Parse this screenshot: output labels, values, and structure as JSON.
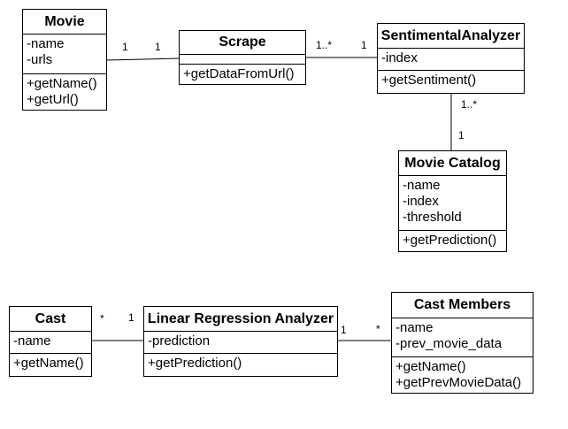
{
  "classes": {
    "movie": {
      "name": "Movie",
      "attributes": [
        "-name",
        "-urls"
      ],
      "operations": [
        "+getName()",
        "+getUrl()"
      ]
    },
    "scrape": {
      "name": "Scrape",
      "attributes": [],
      "operations": [
        "+getDataFromUrl()"
      ]
    },
    "sentimental_analyzer": {
      "name": "SentimentalAnalyzer",
      "attributes": [
        "-index"
      ],
      "operations": [
        "+getSentiment()"
      ]
    },
    "movie_catalog": {
      "name": "Movie Catalog",
      "attributes": [
        "-name",
        "-index",
        "-threshold"
      ],
      "operations": [
        "+getPrediction()"
      ]
    },
    "cast": {
      "name": "Cast",
      "attributes": [
        "-name"
      ],
      "operations": [
        "+getName()"
      ]
    },
    "linear_regression_analyzer": {
      "name": "Linear Regression Analyzer",
      "attributes": [
        "-prediction"
      ],
      "operations": [
        "+getPrediction()"
      ]
    },
    "cast_members": {
      "name": "Cast Members",
      "attributes": [
        "-name",
        "-prev_movie_data"
      ],
      "operations": [
        "+getName()",
        "+getPrevMovieData()"
      ]
    }
  },
  "associations": [
    {
      "from": "Movie",
      "to": "Scrape",
      "from_mult": "1",
      "to_mult": "1"
    },
    {
      "from": "Scrape",
      "to": "SentimentalAnalyzer",
      "from_mult": "1..*",
      "to_mult": "1"
    },
    {
      "from": "SentimentalAnalyzer",
      "to": "Movie Catalog",
      "from_mult": "1..*",
      "to_mult": "1"
    },
    {
      "from": "Cast",
      "to": "Linear Regression Analyzer",
      "from_mult": "*",
      "to_mult": "1"
    },
    {
      "from": "Linear Regression Analyzer",
      "to": "Cast Members",
      "from_mult": "1",
      "to_mult": "*"
    }
  ]
}
